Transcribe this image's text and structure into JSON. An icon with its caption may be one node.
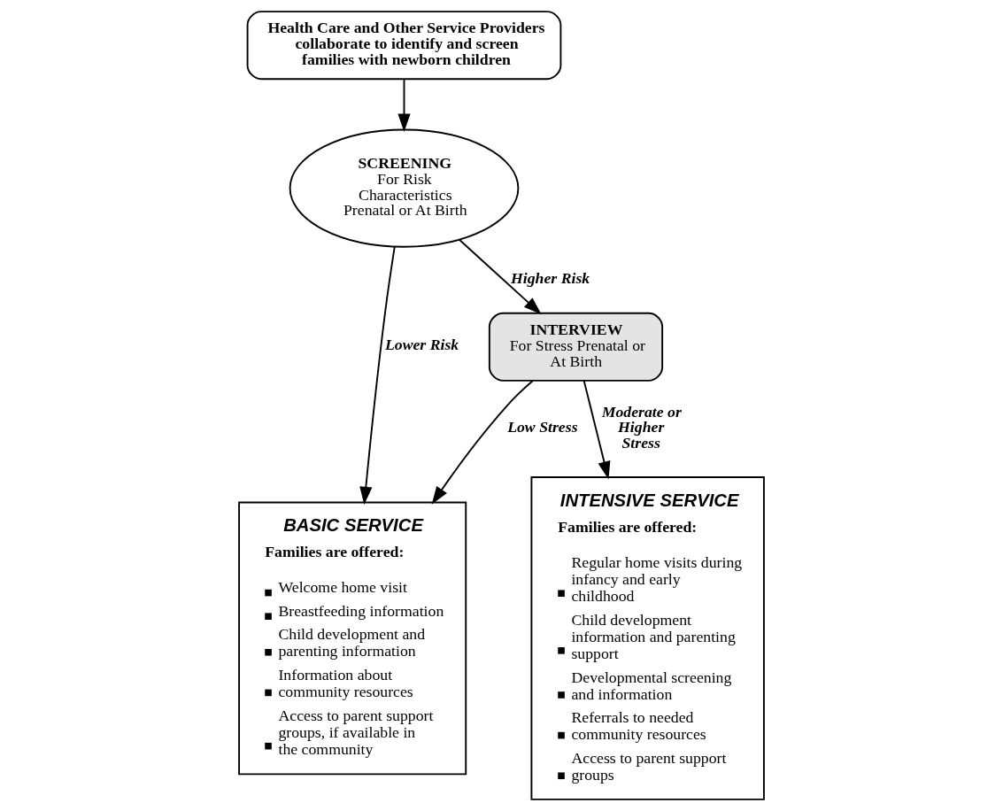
{
  "diagram": {
    "nodes": [
      {
        "text": [
          "Health Care and Other Service Providers collaborate to identify and screen families with newborn children"
        ]
      },
      {
        "text": [
          "SCREENING",
          "For Risk Characteristics Prenatal or At Birth"
        ]
      },
      {
        "text": [
          "BASIC SERVICE",
          "Families are offered:",
          "Welcome home visit",
          "Breastfeeding information",
          "Child development and parenting information",
          "Information about community resources",
          "Access to parent support groups, if available in the community"
        ]
      },
      {
        "text": [
          "INTERVIEW",
          "For Stress Prenatal or At Birth"
        ]
      },
      {
        "text": [
          "INTENSIVE SERVICE",
          "Families are offered:",
          "Regular home visits during infancy and early childhood",
          "Child development information and parenting support",
          "Developmental screening and information",
          "Referrals to needed community resources",
          "Access to parent support groups"
        ]
      }
    ],
    "edges": [
      {
        "from": 0,
        "to": 1,
        "arrow": "to"
      },
      {
        "from": 1,
        "to": 2,
        "arrow": "to",
        "label": "Lower Risk"
      },
      {
        "from": 1,
        "to": 3,
        "arrow": "to",
        "label": "Higher Risk"
      },
      {
        "from": 3,
        "to": 2,
        "arrow": "to",
        "label": "Low Stress"
      },
      {
        "from": 3,
        "to": 4,
        "arrow": "to",
        "label": "Moderate or Higher Stress"
      }
    ]
  }
}
